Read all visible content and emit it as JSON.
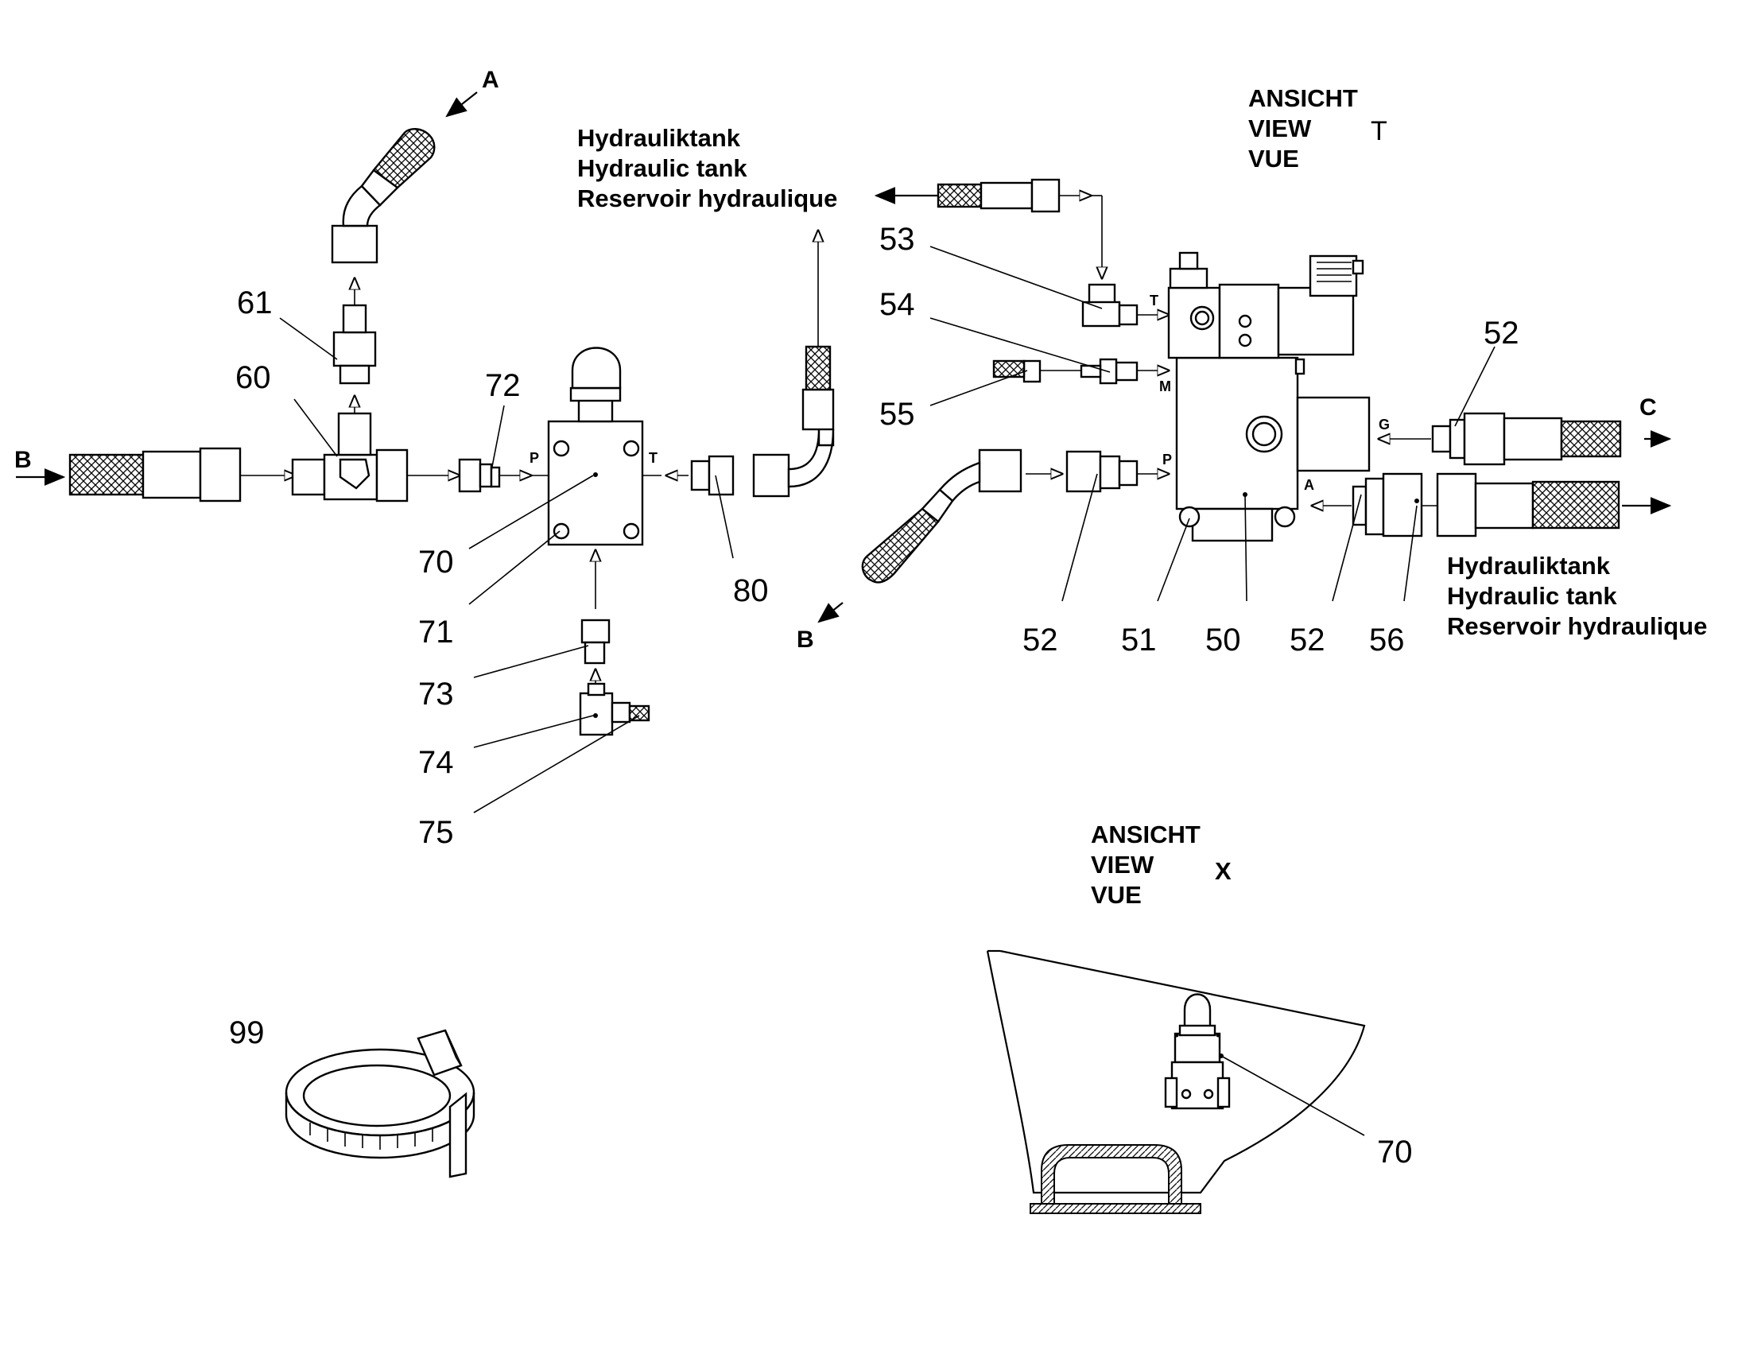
{
  "labels": {
    "hydraulic_tank_1": {
      "line_de": "Hydrauliktank",
      "line_en": "Hydraulic tank",
      "line_fr": "Reservoir hydraulique"
    },
    "hydraulic_tank_2": {
      "line_de": "Hydrauliktank",
      "line_en": "Hydraulic tank",
      "line_fr": "Reservoir hydraulique"
    },
    "view_t": {
      "line_de": "ANSICHT",
      "line_en": "VIEW",
      "line_fr": "VUE",
      "letter": "T"
    },
    "view_x": {
      "line_de": "ANSICHT",
      "line_en": "VIEW",
      "line_fr": "VUE",
      "letter": "X"
    }
  },
  "connection_letters": {
    "a_top": "A",
    "b_left": "B",
    "b_lower": "B",
    "c_right": "C"
  },
  "port_labels": {
    "p_left": "P",
    "t_left": "T",
    "t_right": "T",
    "m_right": "M",
    "p_right": "P",
    "g_right": "G",
    "a_right": "A"
  },
  "callouts": {
    "n61": "61",
    "n60": "60",
    "n72": "72",
    "n70": "70",
    "n71": "71",
    "n80": "80",
    "n73": "73",
    "n74": "74",
    "n75": "75",
    "n53": "53",
    "n54": "54",
    "n55": "55",
    "n52_top": "52",
    "n52_a": "52",
    "n51": "51",
    "n50": "50",
    "n52_b": "52",
    "n56": "56",
    "n99": "99",
    "n70_view": "70"
  }
}
